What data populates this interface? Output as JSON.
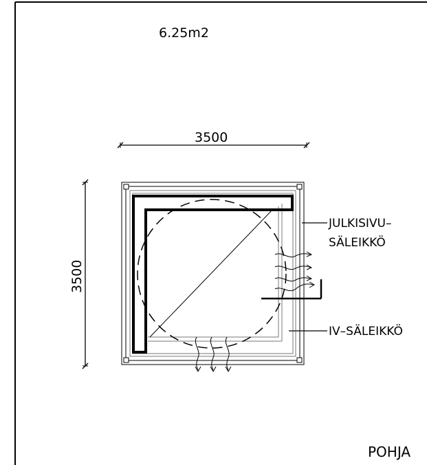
{
  "area_label": "6.25m2",
  "dimensions": {
    "width": "3500",
    "height": "3500"
  },
  "labels": {
    "facade_vent_line1": "JULKISIVU–",
    "facade_vent_line2": "SÄLEIKKÖ",
    "iv_vent": "IV–SÄLEIKKÖ",
    "view_name": "POHJA"
  },
  "colors": {
    "ink": "#000000",
    "light_line": "#777777",
    "background": "#ffffff"
  }
}
